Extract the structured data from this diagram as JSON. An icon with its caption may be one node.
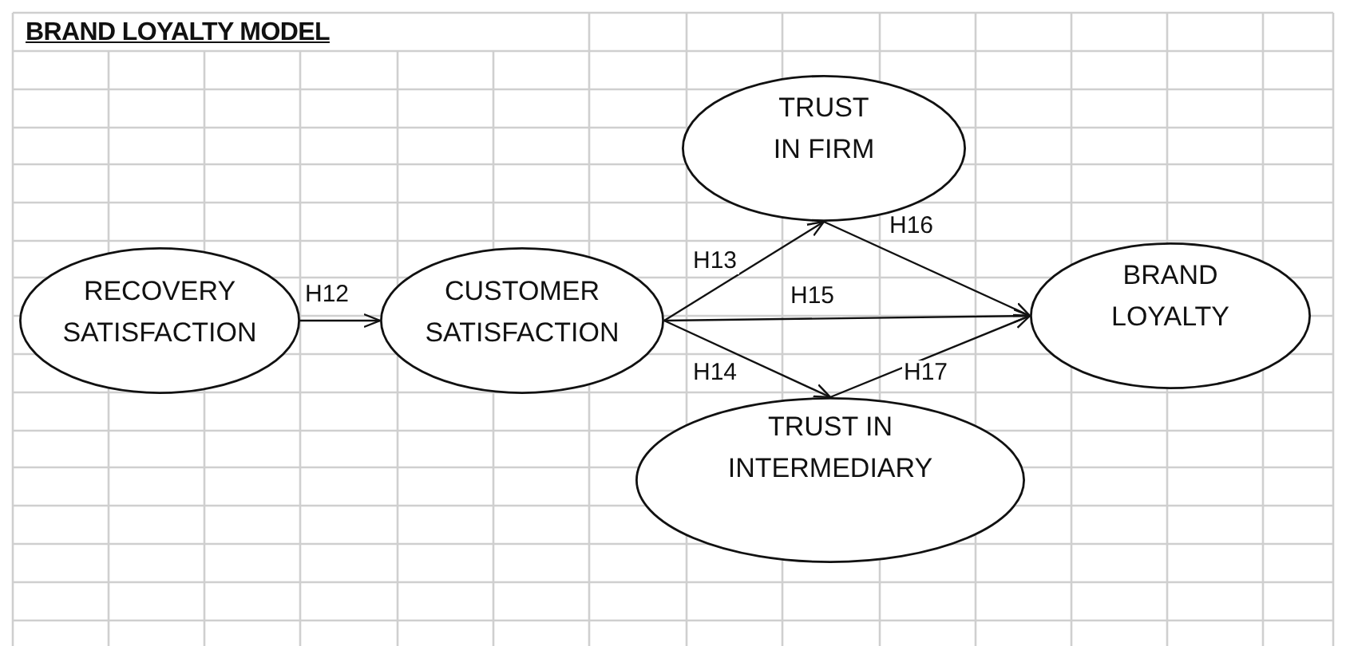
{
  "diagram": {
    "title": "BRAND LOYALTY MODEL",
    "nodes": [
      {
        "text": [
          "RECOVERY SATISFACTION"
        ]
      },
      {
        "text": [
          "CUSTOMER SATISFACTION"
        ]
      },
      {
        "text": [
          "TRUST IN FIRM"
        ]
      },
      {
        "text": [
          "BRAND LOYALTY"
        ]
      },
      {
        "text": [
          "TRUST IN INTERMEDIARY"
        ]
      }
    ],
    "edges": [
      {
        "from": 0,
        "to": 1,
        "arrow": "to",
        "label": "H12"
      },
      {
        "from": 1,
        "to": 2,
        "arrow": "to",
        "label": "H13"
      },
      {
        "from": 1,
        "to": 3,
        "arrow": "to",
        "label": "H15"
      },
      {
        "from": 2,
        "to": 3,
        "arrow": "to",
        "label": "H16"
      },
      {
        "from": 1,
        "to": 4,
        "arrow": "to",
        "label": "H14"
      },
      {
        "from": 4,
        "to": 3,
        "arrow": "to",
        "label": "H17"
      }
    ]
  }
}
